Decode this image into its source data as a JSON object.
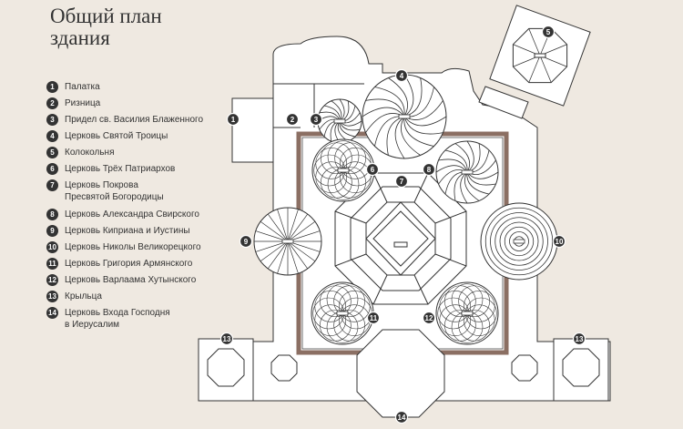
{
  "title": "Общий план\nздания",
  "legend": [
    {
      "n": "1",
      "label": "Палатка"
    },
    {
      "n": "2",
      "label": "Ризница"
    },
    {
      "n": "3",
      "label": "Придел св. Василия Блаженного"
    },
    {
      "n": "4",
      "label": "Церковь Святой Троицы"
    },
    {
      "n": "5",
      "label": "Колокольня"
    },
    {
      "n": "6",
      "label": "Церковь Трёх Патриархов"
    },
    {
      "n": "7",
      "label": "Церковь Покрова\nПресвятой Богородицы"
    },
    {
      "n": "8",
      "label": "Церковь Александра Свирского"
    },
    {
      "n": "9",
      "label": "Церковь Киприана и Иустины"
    },
    {
      "n": "10",
      "label": "Церковь Николы Великорецкого"
    },
    {
      "n": "11",
      "label": "Церковь Григория Армянского"
    },
    {
      "n": "12",
      "label": "Церковь Варлаама Хутынского"
    },
    {
      "n": "13",
      "label": "Крыльца"
    },
    {
      "n": "14",
      "label": "Церковь Входа Господня\nв Иерусалим"
    }
  ],
  "plan_markers": [
    "1",
    "2",
    "3",
    "4",
    "5",
    "6",
    "7",
    "8",
    "9",
    "10",
    "11",
    "12",
    "13",
    "13",
    "14"
  ],
  "colors": {
    "background": "#efe9e1",
    "line": "#333333",
    "marker": "#333333",
    "frame": "#8b6f63",
    "floor": "#ffffff"
  }
}
